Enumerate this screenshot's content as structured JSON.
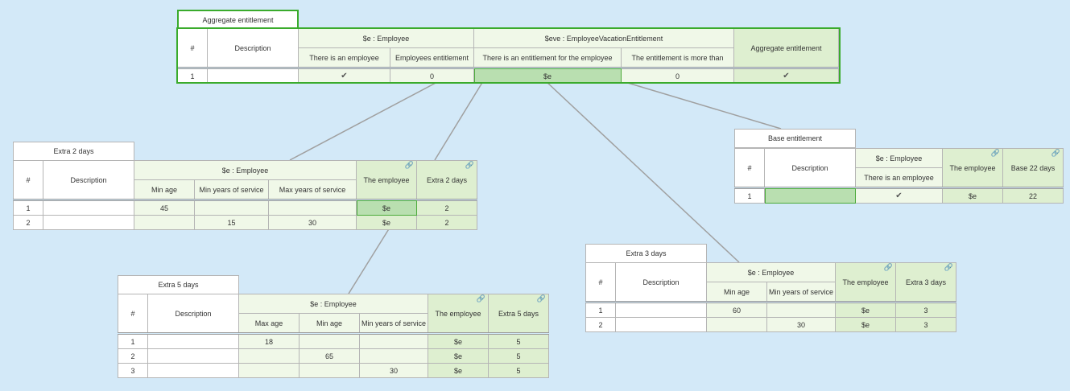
{
  "common": {
    "row_number_header": "#",
    "description_header": "Description",
    "employee_header": "$e : Employee",
    "the_employee_header": "The employee",
    "employee_ref": "$e",
    "check": "✔"
  },
  "aggregate": {
    "title": "Aggregate entitlement",
    "group_employee": "$e : Employee",
    "group_eve": "$eve : EmployeeVacationEntitlement",
    "col_there_is_employee": "There is an employee",
    "col_employees_entitlement": "Employees entitlement",
    "col_there_is_entitlement": "There is an entitlement for the employee",
    "col_entitlement_more_than": "The entitlement is more than",
    "col_aggregate": "Aggregate entitlement",
    "rows": [
      {
        "num": "1",
        "description": "",
        "employees_entitlement": "0",
        "entitlement_ref": "$e",
        "more_than": "0"
      }
    ]
  },
  "extra2": {
    "title": "Extra 2 days",
    "col_min_age": "Min age",
    "col_min_years": "Min years of service",
    "col_max_years": "Max years of service",
    "col_extra": "Extra 2 days",
    "rows": [
      {
        "num": "1",
        "description": "",
        "min_age": "45",
        "min_years": "",
        "max_years": "",
        "employee": "$e",
        "extra": "2"
      },
      {
        "num": "2",
        "description": "",
        "min_age": "",
        "min_years": "15",
        "max_years": "30",
        "employee": "$e",
        "extra": "2"
      }
    ]
  },
  "base": {
    "title": "Base entitlement",
    "col_there_is_employee": "There is an employee",
    "col_base": "Base 22 days",
    "rows": [
      {
        "num": "1",
        "description": "",
        "employee": "$e",
        "base": "22"
      }
    ]
  },
  "extra3": {
    "title": "Extra 3 days",
    "col_min_age": "Min age",
    "col_min_years": "Min years of service",
    "col_extra": "Extra 3 days",
    "rows": [
      {
        "num": "1",
        "description": "",
        "min_age": "60",
        "min_years": "",
        "employee": "$e",
        "extra": "3"
      },
      {
        "num": "2",
        "description": "",
        "min_age": "",
        "min_years": "30",
        "employee": "$e",
        "extra": "3"
      }
    ]
  },
  "extra5": {
    "title": "Extra 5 days",
    "col_max_age": "Max age",
    "col_min_age": "Min age",
    "col_min_years": "Min years of service",
    "col_extra": "Extra 5 days",
    "rows": [
      {
        "num": "1",
        "description": "",
        "max_age": "18",
        "min_age": "",
        "min_years": "",
        "employee": "$e",
        "extra": "5"
      },
      {
        "num": "2",
        "description": "",
        "max_age": "",
        "min_age": "65",
        "min_years": "",
        "employee": "$e",
        "extra": "5"
      },
      {
        "num": "3",
        "description": "",
        "max_age": "",
        "min_age": "",
        "min_years": "30",
        "employee": "$e",
        "extra": "5"
      }
    ]
  }
}
